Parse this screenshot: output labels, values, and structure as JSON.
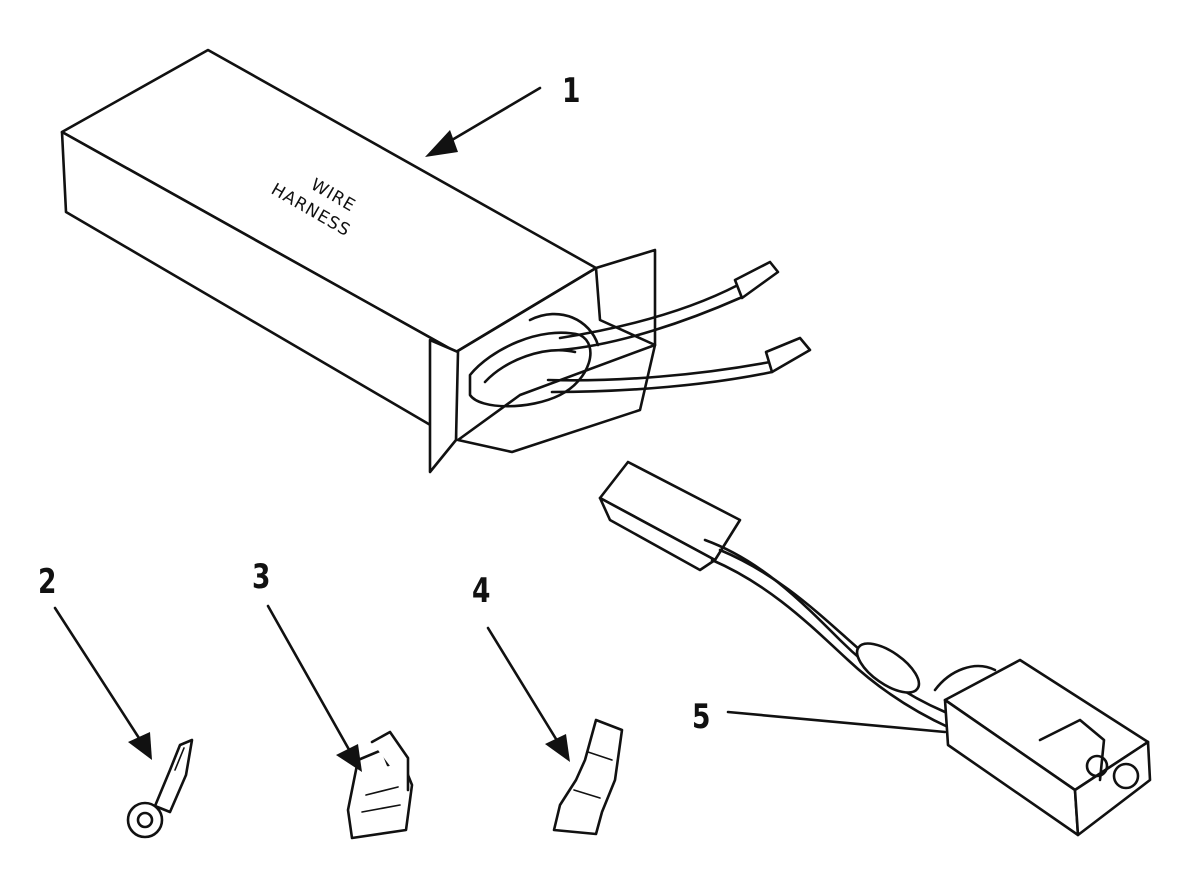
{
  "box_label": {
    "line1": "WIRE",
    "line2": "HARNESS"
  },
  "callouts": [
    {
      "num": "1",
      "part": "wire-harness-box"
    },
    {
      "num": "2",
      "part": "ring-terminal"
    },
    {
      "num": "3",
      "part": "flag-terminal"
    },
    {
      "num": "4",
      "part": "spade-terminal"
    },
    {
      "num": "5",
      "part": "jumper-harness"
    }
  ]
}
